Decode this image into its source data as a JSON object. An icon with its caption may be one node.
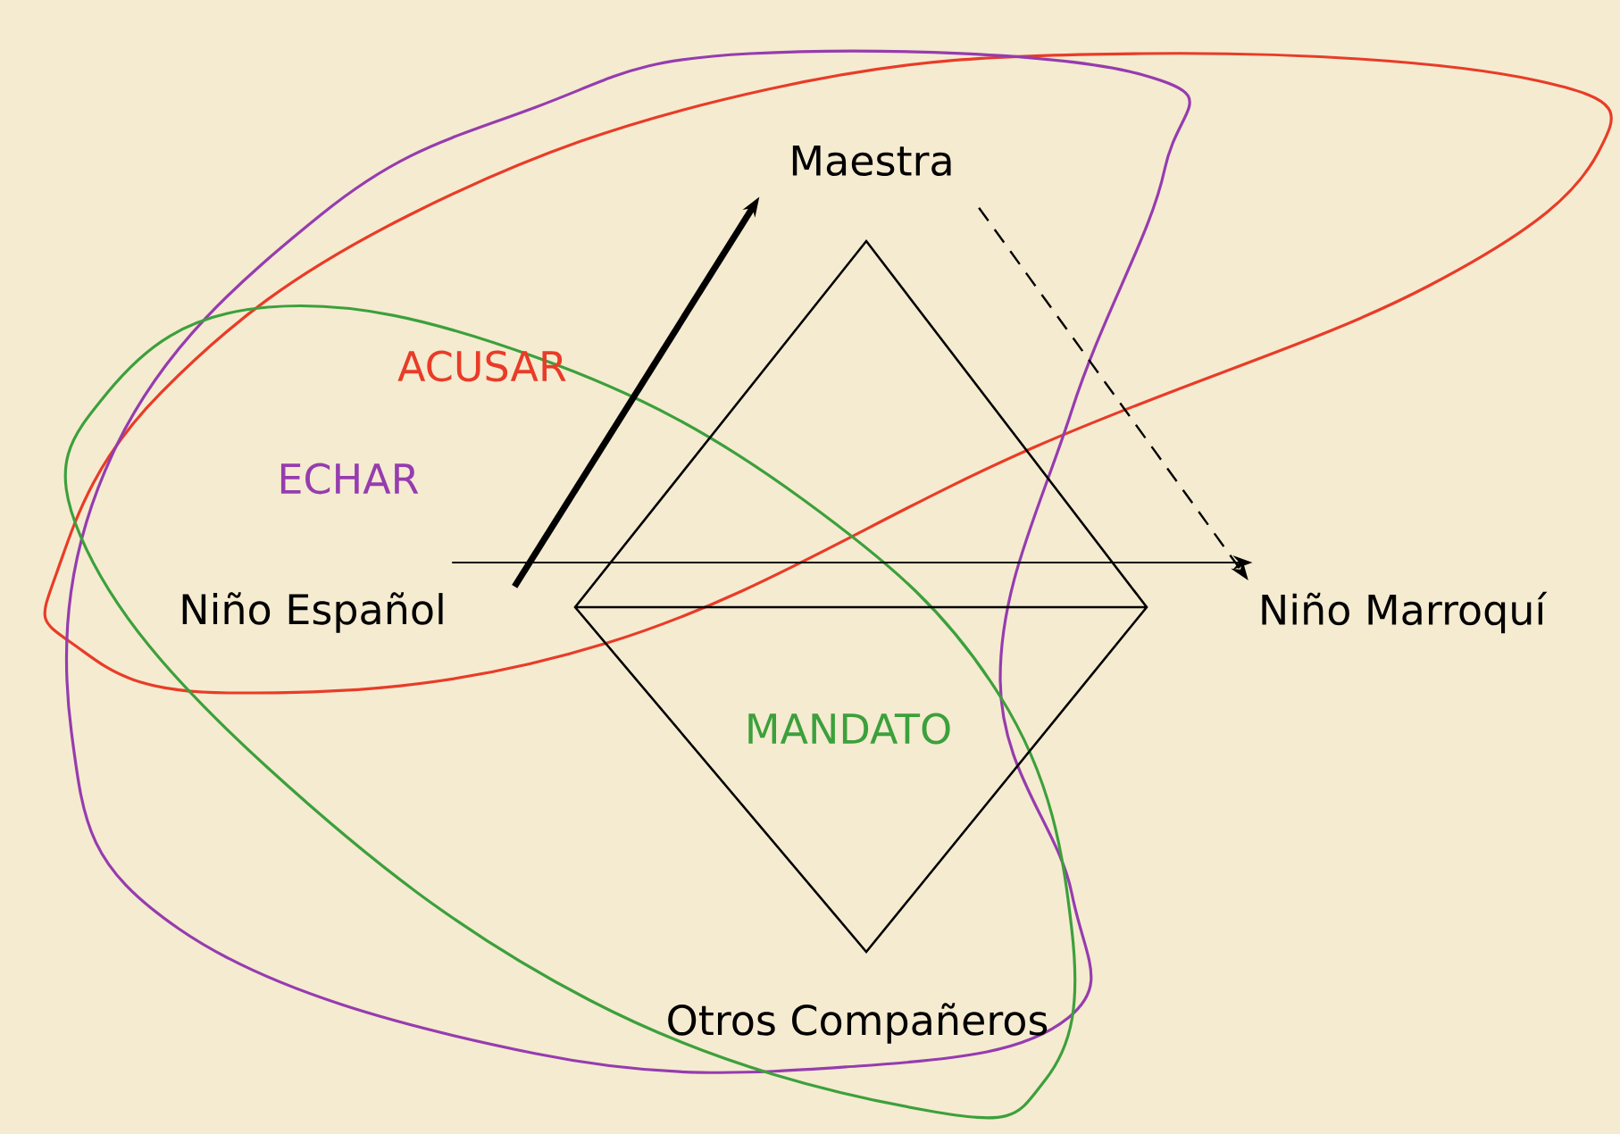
{
  "diagram": {
    "nodes": [
      {
        "text": [
          "Maestra"
        ]
      },
      {
        "text": [
          "Niño Español"
        ]
      },
      {
        "text": [
          "Niño Marroquí"
        ]
      },
      {
        "text": [
          "Otros Compañeros"
        ]
      }
    ],
    "edges": [
      {
        "from": 1,
        "to": 0,
        "arrow": "to",
        "style": "thick"
      },
      {
        "from": 0,
        "to": 2,
        "arrow": "to",
        "style": "dashed"
      },
      {
        "from": 1,
        "to": 2,
        "arrow": "to"
      }
    ],
    "labels": [
      "ACUSAR",
      "ECHAR",
      "MANDATO"
    ]
  }
}
